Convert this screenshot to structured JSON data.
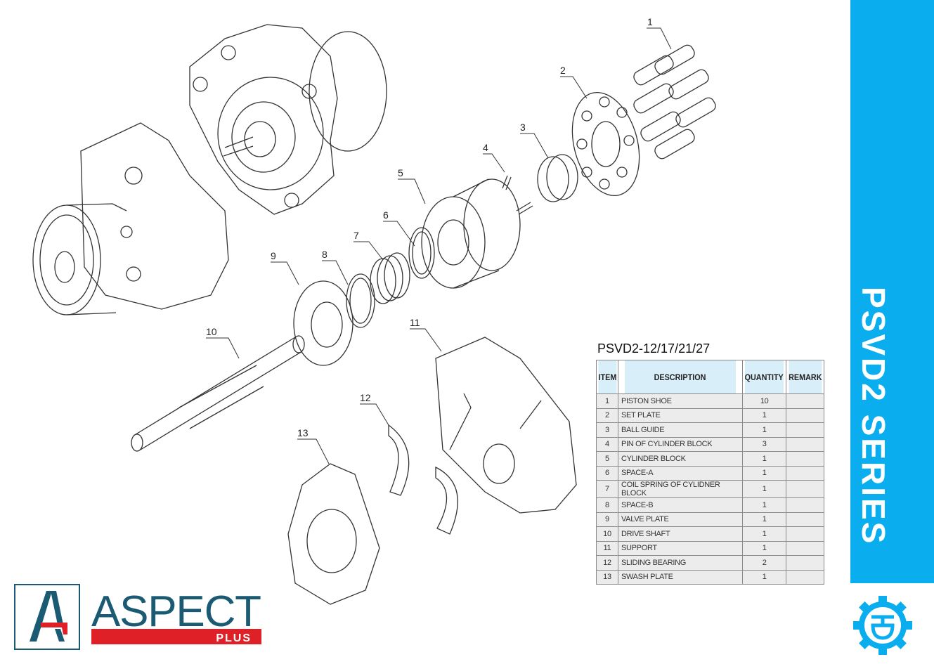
{
  "callouts": [
    "1",
    "2",
    "3",
    "4",
    "5",
    "6",
    "7",
    "8",
    "9",
    "10",
    "11",
    "12",
    "13"
  ],
  "banner": {
    "title": "PSVD2 SERIES",
    "color": "#0aaeef"
  },
  "table": {
    "title": "PSVD2-12/17/21/27",
    "headers": [
      "ITEM",
      "DESCRIPTION",
      "QUANTITY",
      "REMARK"
    ],
    "rows": [
      {
        "item": "1",
        "description": "PISTON SHOE",
        "quantity": "10",
        "remark": ""
      },
      {
        "item": "2",
        "description": "SET PLATE",
        "quantity": "1",
        "remark": ""
      },
      {
        "item": "3",
        "description": "BALL GUIDE",
        "quantity": "1",
        "remark": ""
      },
      {
        "item": "4",
        "description": "PIN OF CYLINDER BLOCK",
        "quantity": "3",
        "remark": ""
      },
      {
        "item": "5",
        "description": "CYLINDER BLOCK",
        "quantity": "1",
        "remark": ""
      },
      {
        "item": "6",
        "description": "SPACE-A",
        "quantity": "1",
        "remark": ""
      },
      {
        "item": "7",
        "description": "COIL SPRING OF CYLIDNER BLOCK",
        "quantity": "1",
        "remark": ""
      },
      {
        "item": "8",
        "description": "SPACE-B",
        "quantity": "1",
        "remark": ""
      },
      {
        "item": "9",
        "description": "VALVE PLATE",
        "quantity": "1",
        "remark": ""
      },
      {
        "item": "10",
        "description": "DRIVE SHAFT",
        "quantity": "1",
        "remark": ""
      },
      {
        "item": "11",
        "description": "SUPPORT",
        "quantity": "1",
        "remark": ""
      },
      {
        "item": "12",
        "description": "SLIDING BEARING",
        "quantity": "2",
        "remark": ""
      },
      {
        "item": "13",
        "description": "SWASH PLATE",
        "quantity": "1",
        "remark": ""
      }
    ]
  },
  "logo": {
    "name": "ASPECT",
    "sub": "PLUS",
    "primary": "#1a5a72",
    "accent": "#e02027"
  }
}
